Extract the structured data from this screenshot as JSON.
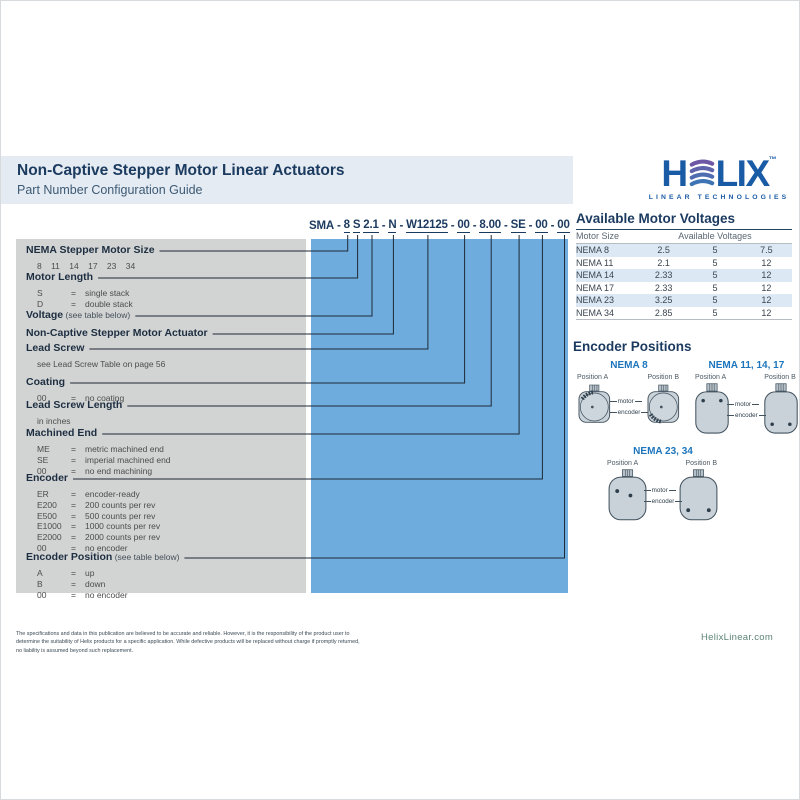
{
  "header": {
    "title": "Non-Captive Stepper Motor Linear Actuators",
    "subtitle": "Part Number Configuration Guide"
  },
  "logo": {
    "left": "H",
    "right": "LIX",
    "tm": "™",
    "tagline": "LINEAR TECHNOLOGIES"
  },
  "part_number": {
    "tokens": [
      {
        "text": "SMA",
        "underline": false
      },
      {
        "text": "-",
        "underline": false
      },
      {
        "text": "8",
        "underline": true
      },
      {
        "text": "S",
        "underline": true
      },
      {
        "text": "2.1",
        "underline": true
      },
      {
        "text": "-",
        "underline": false
      },
      {
        "text": "N",
        "underline": true
      },
      {
        "text": "-",
        "underline": false
      },
      {
        "text": "W12125",
        "underline": true
      },
      {
        "text": "-",
        "underline": false
      },
      {
        "text": "00",
        "underline": true
      },
      {
        "text": "-",
        "underline": false
      },
      {
        "text": "8.00",
        "underline": true
      },
      {
        "text": "-",
        "underline": false
      },
      {
        "text": "SE",
        "underline": true
      },
      {
        "text": "-",
        "underline": false
      },
      {
        "text": "00",
        "underline": true
      },
      {
        "text": "-",
        "underline": false
      },
      {
        "text": "00",
        "underline": true
      }
    ]
  },
  "glyphs": {
    "equals": "="
  },
  "sections": [
    {
      "title": "NEMA Stepper Motor Size",
      "note": "",
      "items": [
        {
          "plain": "8 11 14 17 23 34",
          "wide": true
        }
      ]
    },
    {
      "title": "Motor Length",
      "note": "",
      "items": [
        {
          "code": "S",
          "desc": "single stack"
        },
        {
          "code": "D",
          "desc": "double stack"
        }
      ]
    },
    {
      "title": "Voltage",
      "note": "(see table below)",
      "items": []
    },
    {
      "title": "Non-Captive Stepper Motor Actuator",
      "note": "",
      "items": []
    },
    {
      "title": "Lead Screw",
      "note": "",
      "items": [
        {
          "plain": "see Lead Screw Table on page 56"
        }
      ]
    },
    {
      "title": "Coating",
      "note": "",
      "items": [
        {
          "code": "00",
          "desc": "no coating"
        }
      ]
    },
    {
      "title": "Lead Screw Length",
      "note": "",
      "items": [
        {
          "plain": "in inches"
        }
      ]
    },
    {
      "title": "Machined End",
      "note": "",
      "items": [
        {
          "code": "ME",
          "desc": "metric machined end"
        },
        {
          "code": "SE",
          "desc": "imperial machined end"
        },
        {
          "code": "00",
          "desc": "no end machining"
        }
      ]
    },
    {
      "title": "Encoder",
      "note": "",
      "items": [
        {
          "code": "ER",
          "desc": "encoder-ready"
        },
        {
          "code": "E200",
          "desc": "200 counts per rev"
        },
        {
          "code": "E500",
          "desc": "500 counts per rev"
        },
        {
          "code": "E1000",
          "desc": "1000 counts per rev"
        },
        {
          "code": "E2000",
          "desc": "2000 counts per rev"
        },
        {
          "code": "00",
          "desc": "no encoder"
        }
      ]
    },
    {
      "title": "Encoder Position",
      "note": "(see table below)",
      "items": [
        {
          "code": "A",
          "desc": "up"
        },
        {
          "code": "B",
          "desc": "down"
        },
        {
          "code": "00",
          "desc": "no encoder"
        }
      ]
    }
  ],
  "motor_voltages": {
    "title": "Available Motor Voltages",
    "col_size": "Motor Size",
    "col_voltages": "Available Voltages",
    "rows": [
      {
        "size": "NEMA 8",
        "values": [
          "2.5",
          "5",
          "7.5"
        ]
      },
      {
        "size": "NEMA 11",
        "values": [
          "2.1",
          "5",
          "12"
        ]
      },
      {
        "size": "NEMA 14",
        "values": [
          "2.33",
          "5",
          "12"
        ]
      },
      {
        "size": "NEMA 17",
        "values": [
          "2.33",
          "5",
          "12"
        ]
      },
      {
        "size": "NEMA 23",
        "values": [
          "3.25",
          "5",
          "12"
        ]
      },
      {
        "size": "NEMA 34",
        "values": [
          "2.85",
          "5",
          "12"
        ]
      }
    ]
  },
  "encoder_positions": {
    "title": "Encoder Positions",
    "labels": {
      "motor": "motor",
      "encoder": "encoder"
    },
    "groups": [
      {
        "name": "NEMA 8",
        "pos_a": "Position A",
        "pos_b": "Position B"
      },
      {
        "name": "NEMA 11, 14, 17",
        "pos_a": "Position A",
        "pos_b": "Position B"
      },
      {
        "name": "NEMA 23, 34",
        "pos_a": "Position A",
        "pos_b": "Position B"
      }
    ]
  },
  "footer": {
    "disclaimer": "The specifications and data in this publication are believed to be accurate and reliable. However, it is the responsibility of the product user to determine the suitability of Helix products for a specific application.  While defective products will be replaced without charge if promptly returned, no liability is assumed beyond such replacement.",
    "website": "HelixLinear.com"
  },
  "colors": {
    "navy": "#1b3a5f",
    "accent_blue": "#1c75bc",
    "panel_blue": "#6facde",
    "panel_gray": "#d2d3d3",
    "band": "#e4ebf2",
    "logo_blue": "#1a5ba6",
    "link_teal": "#5d8476",
    "table_shade": "#dce9f5"
  }
}
